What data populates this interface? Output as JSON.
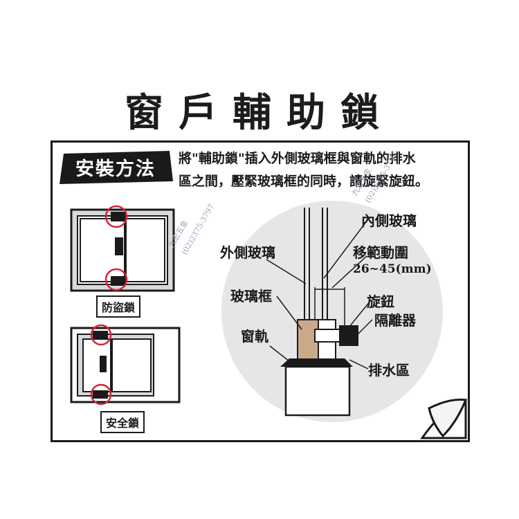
{
  "title": "窗戶輔助鎖",
  "badge": "安裝方法",
  "instructions": {
    "line1": "將\"輔助鎖\"插入外側玻璃框與窗軌的排水",
    "line2": "區之間，壓緊玻璃框的同時，請旋緊旋鈕。"
  },
  "diagram_top_caption": "防盜鎖",
  "diagram_bottom_caption": "安全鎖",
  "labels": {
    "inner_glass": "內側玻璃",
    "outer_glass": "外側玻璃",
    "range": "移範動圍",
    "range_value": "26~45(mm)",
    "glass_frame": "玻璃框",
    "knob": "旋鈕",
    "spacer": "隔離器",
    "window_rail": "窗軌",
    "drain_area": "排水區"
  },
  "watermark": {
    "shop": "九宏五金",
    "phone": "(02)2375-3797"
  },
  "colors": {
    "circle_red": "#d4243c",
    "sketch_bg": "#e6e6e6",
    "watermark": "#9aa3b8"
  }
}
